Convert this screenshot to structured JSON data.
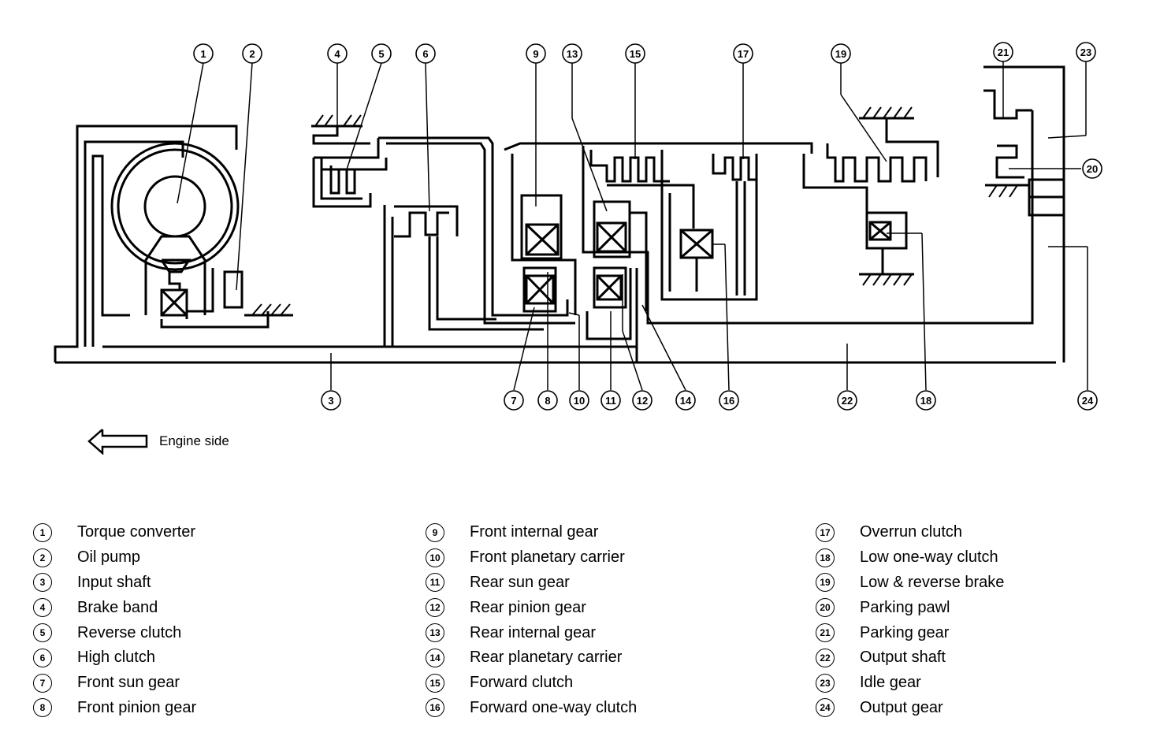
{
  "engine_side_label": "Engine side",
  "callouts": [
    "1",
    "2",
    "3",
    "4",
    "5",
    "6",
    "7",
    "8",
    "9",
    "10",
    "11",
    "12",
    "13",
    "14",
    "15",
    "16",
    "17",
    "18",
    "19",
    "20",
    "21",
    "22",
    "23",
    "24"
  ],
  "legend": [
    {
      "num": "1",
      "label": "Torque converter"
    },
    {
      "num": "2",
      "label": "Oil pump"
    },
    {
      "num": "3",
      "label": "Input shaft"
    },
    {
      "num": "4",
      "label": "Brake band"
    },
    {
      "num": "5",
      "label": "Reverse clutch"
    },
    {
      "num": "6",
      "label": "High clutch"
    },
    {
      "num": "7",
      "label": "Front sun gear"
    },
    {
      "num": "8",
      "label": "Front pinion gear"
    },
    {
      "num": "9",
      "label": "Front internal gear"
    },
    {
      "num": "10",
      "label": "Front planetary carrier"
    },
    {
      "num": "11",
      "label": "Rear sun gear"
    },
    {
      "num": "12",
      "label": "Rear pinion gear"
    },
    {
      "num": "13",
      "label": "Rear internal gear"
    },
    {
      "num": "14",
      "label": "Rear planetary carrier"
    },
    {
      "num": "15",
      "label": "Forward clutch"
    },
    {
      "num": "16",
      "label": "Forward one-way clutch"
    },
    {
      "num": "17",
      "label": "Overrun clutch"
    },
    {
      "num": "18",
      "label": "Low one-way clutch"
    },
    {
      "num": "19",
      "label": "Low & reverse brake"
    },
    {
      "num": "20",
      "label": "Parking pawl"
    },
    {
      "num": "21",
      "label": "Parking gear"
    },
    {
      "num": "22",
      "label": "Output shaft"
    },
    {
      "num": "23",
      "label": "Idle gear"
    },
    {
      "num": "24",
      "label": "Output gear"
    }
  ]
}
